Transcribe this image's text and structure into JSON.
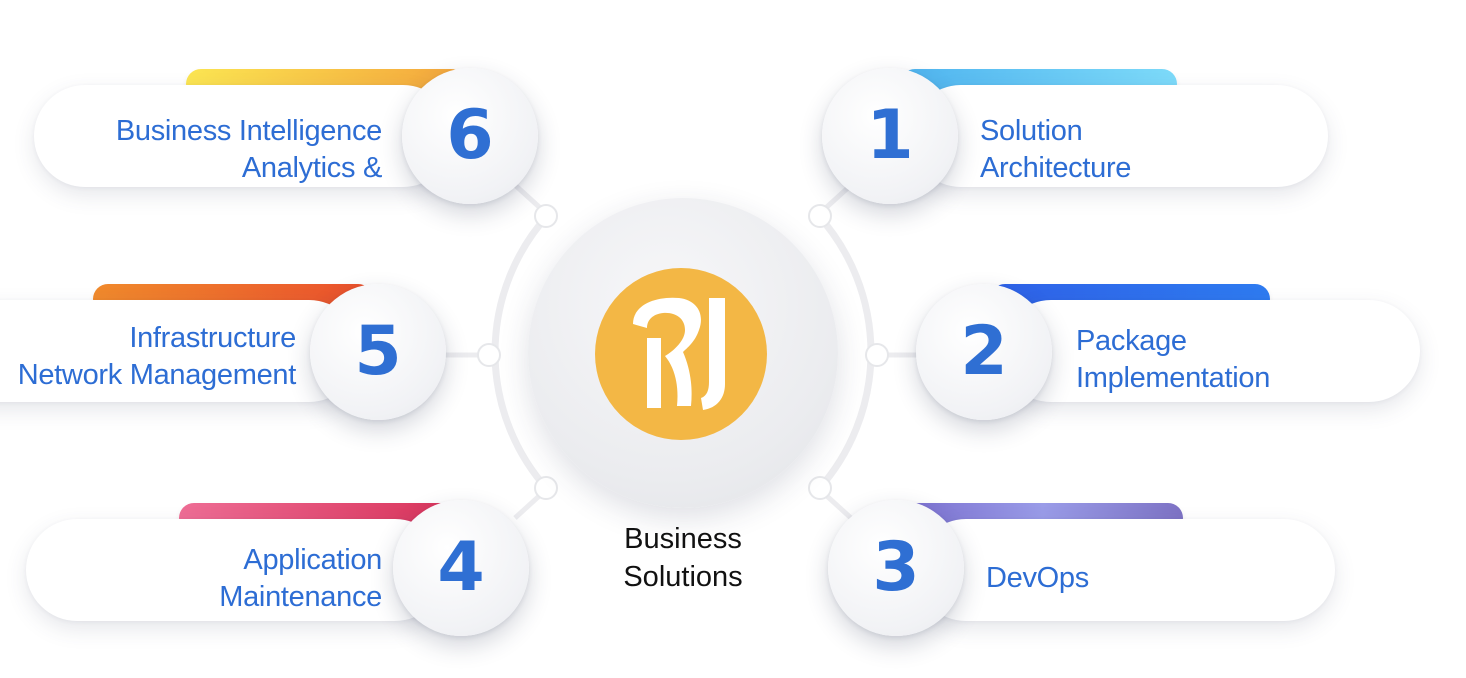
{
  "center": {
    "logo_icon": "ri-logo-icon",
    "logo_color": "#f3b745",
    "label_line1": "Business",
    "label_line2": "Solutions"
  },
  "items": [
    {
      "number": "1",
      "line1": "Solution",
      "line2": "Architecture",
      "bar_colors": [
        "#4fb4ef",
        "#7ddaf9"
      ]
    },
    {
      "number": "2",
      "line1": "Package",
      "line2": "Implementation",
      "bar_colors": [
        "#2f62e8",
        "#2e7bf0"
      ]
    },
    {
      "number": "3",
      "line1": "DevOps",
      "line2": "",
      "bar_colors": [
        "#7b6fcf",
        "#9a9ce8",
        "#7d72c4"
      ]
    },
    {
      "number": "4",
      "line1": "Application",
      "line2": "Maintenance",
      "bar_colors": [
        "#ee6d95",
        "#d9335a"
      ]
    },
    {
      "number": "5",
      "line1": "Infrastructure",
      "line2": "Network Management",
      "bar_colors": [
        "#f08a2c",
        "#ea4f2d"
      ]
    },
    {
      "number": "6",
      "line1": "Business Intelligence",
      "line2": "Analytics &",
      "bar_colors": [
        "#fbe552",
        "#f4a53c"
      ]
    }
  ],
  "colors": {
    "number_text": "#2f6fd3",
    "label_text": "#2d6dd4",
    "center_text": "#111111"
  }
}
